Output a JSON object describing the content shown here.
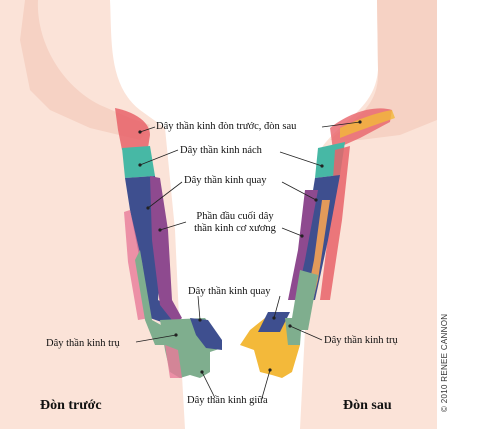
{
  "labels": {
    "axillary_anterior_posterior": "Dây thần kinh đòn trước, đòn sau",
    "axillary": "Dây thần kinh nách",
    "radial_upper": "Dây thần kinh quay",
    "musculocutaneous_line1": "Phần đầu cuối dây",
    "musculocutaneous_line2": "thần kinh cơ xương",
    "radial_lower": "Dây thần kinh quay",
    "ulnar_left": "Dây thần kinh trụ",
    "ulnar_right": "Dây thần kinh trụ",
    "median": "Dây thần kinh giữa"
  },
  "titles": {
    "anterior": "Đòn trước",
    "posterior": "Đòn sau"
  },
  "copyright": "© 2010 RENEE CANNON",
  "colors": {
    "skin": "#f1c2b0",
    "axillary_red": "#e8636a",
    "axillary_teal": "#47b8a5",
    "radial_navy": "#3e4f8f",
    "musculocutaneous_purple": "#8e4a8f",
    "ulnar_green": "#7fae8e",
    "median_yellow": "#f3b93a",
    "radial_posterior_orange": "#e39a5a"
  }
}
